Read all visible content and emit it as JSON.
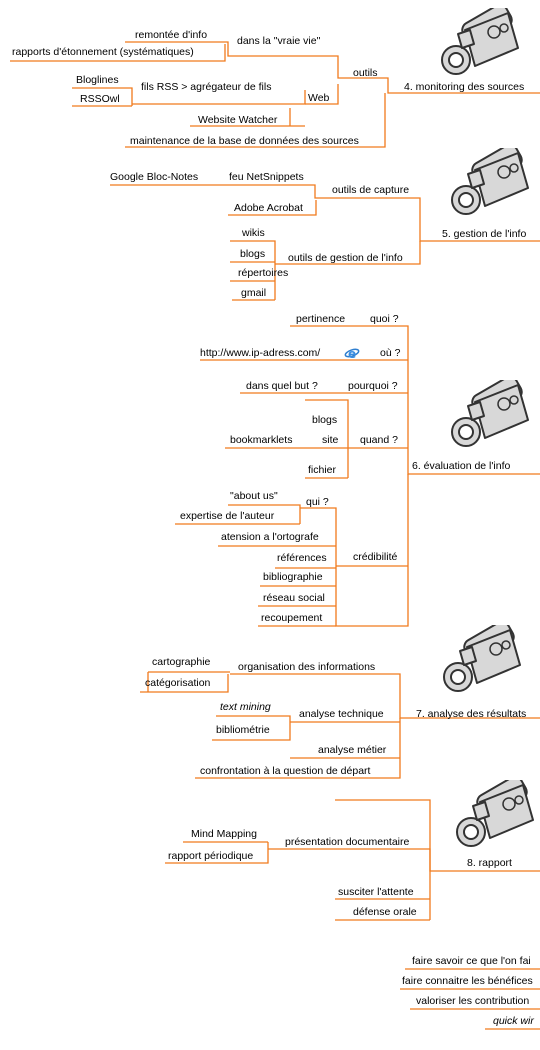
{
  "branch4": {
    "title": "4. monitoring des sources",
    "outils": "outils",
    "vraie_vie": "dans la \"vraie vie\"",
    "remontee": "remontée d'info",
    "rapports_etonnement": "rapports d'étonnement (systématiques)",
    "web": "Web",
    "fils_rss": "fils RSS > agrégateur de fils",
    "bloglines": "Bloglines",
    "rssowl": "RSSOwl",
    "website_watcher": "Website Watcher",
    "maintenance": "maintenance de la base de données des sources"
  },
  "branch5": {
    "title": "5. gestion de l'info",
    "outils_capture": "outils de capture",
    "google_notes": "Google Bloc-Notes",
    "netsnippets": "feu NetSnippets",
    "acrobat": "Adobe Acrobat",
    "outils_gestion": "outils de gestion de l'info",
    "wikis": "wikis",
    "blogs": "blogs",
    "repertoires": "répertoires",
    "gmail": "gmail"
  },
  "branch6": {
    "title": "6. évaluation de l'info",
    "quoi": "quoi ?",
    "pertinence": "pertinence",
    "ou": "où ?",
    "url": "http://www.ip-adress.com/",
    "pourquoi": "pourquoi ?",
    "dans_quel_but": "dans quel but ?",
    "quand": "quand ?",
    "blogs": "blogs",
    "site": "site",
    "bookmarklets": "bookmarklets",
    "fichier": "fichier",
    "credibilite": "crédibilité",
    "qui": "qui ?",
    "about_us": "\"about us\"",
    "expertise": "expertise de l'auteur",
    "atension": "atension a l'ortografe",
    "references": "références",
    "bibliographie": "bibliographie",
    "reseau": "réseau social",
    "recoupement": "recoupement"
  },
  "branch7": {
    "title": "7. analyse des résultats",
    "organisation": "organisation des informations",
    "cartographie": "cartographie",
    "categorisation": "catégorisation",
    "analyse_technique": "analyse technique",
    "text_mining": "text mining",
    "bibliometrie": "bibliométrie",
    "analyse_metier": "analyse métier",
    "confrontation": "confrontation à la question de départ"
  },
  "branch8": {
    "title": "8. rapport",
    "presentation": "présentation documentaire",
    "mind_mapping": "Mind Mapping",
    "rapport_periodique": "rapport périodique",
    "susciter": "susciter l'attente",
    "defense": "défense orale"
  },
  "bottom": {
    "faire_savoir": "faire savoir ce que l'on fai",
    "faire_connaitre": "faire connaitre les bénéfices",
    "valoriser": "valoriser les contribution",
    "quick_win": "quick wir"
  },
  "colors": {
    "branch": "#f07a1c",
    "text": "#000000"
  }
}
